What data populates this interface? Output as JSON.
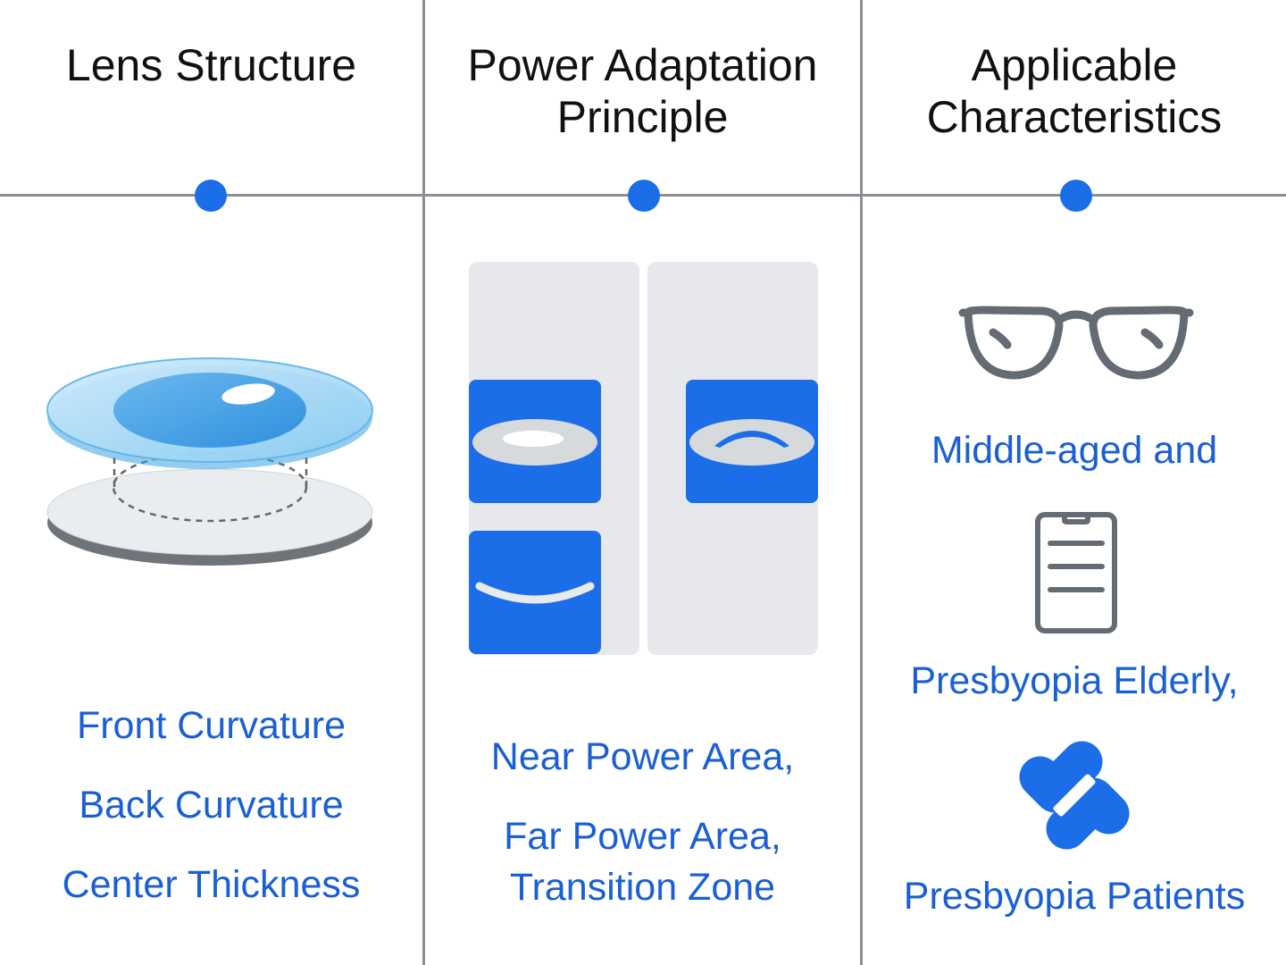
{
  "columns": [
    {
      "title_lines": [
        "Lens Structure"
      ],
      "labels": [
        "Front Curvature",
        "Back Curvature",
        "Center Thickness"
      ]
    },
    {
      "title_lines": [
        "Power Adaptation",
        "Principle"
      ],
      "labels": [
        "Near Power Area,",
        "Far Power Area,",
        "Transition Zone"
      ]
    },
    {
      "title_lines": [
        "Applicable",
        "Characteristics"
      ],
      "labels": [
        "Middle-aged and",
        "Presbyopia Elderly,",
        "Presbyopia Patients"
      ]
    }
  ],
  "icons": {
    "lens": "lens-stack-icon",
    "far_zone": "far-zone-icon",
    "transition_zone": "transition-zone-icon",
    "near_zone": "near-zone-icon",
    "glasses": "glasses-icon",
    "phone": "phone-icon",
    "care": "care-cross-icon"
  },
  "colors": {
    "accent_blue": "#1b6ee8",
    "label_blue": "#1a5fd6",
    "divider_gray": "#8a8f95",
    "panel_gray": "#e6e8eb",
    "icon_gray": "#656b72",
    "heading_black": "#111111"
  }
}
